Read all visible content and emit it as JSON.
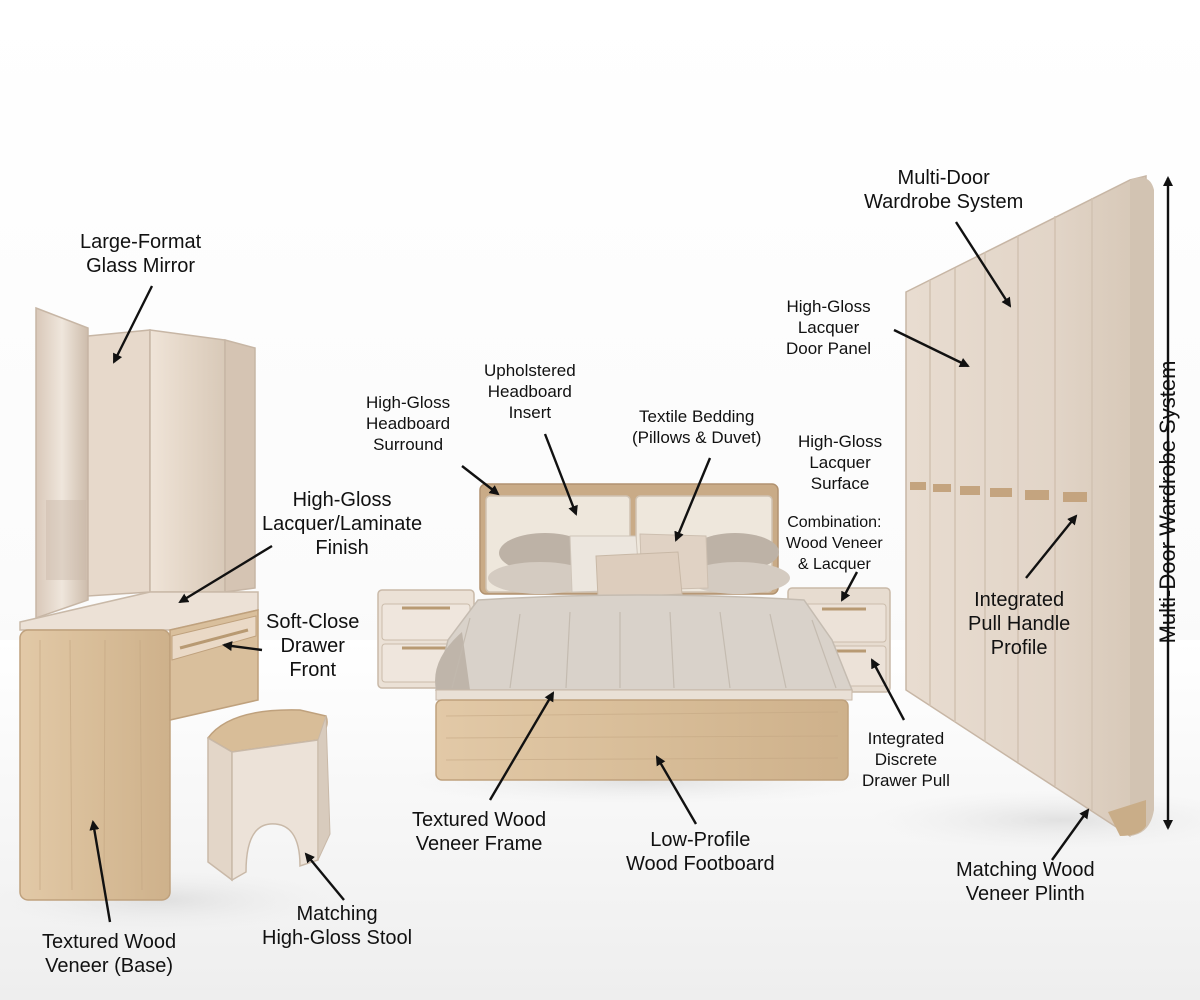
{
  "labels": {
    "mirror": [
      "Large-Format",
      "Glass Mirror"
    ],
    "lacquer_finish": [
      "High-Gloss",
      "Lacquer/Laminate",
      "Finish"
    ],
    "drawer_front": [
      "Soft-Close",
      "Drawer",
      "Front"
    ],
    "base": [
      "Textured Wood",
      "Veneer (Base)"
    ],
    "stool": [
      "Matching",
      "High-Gloss Stool"
    ],
    "headboard_surround": [
      "High-Gloss",
      "Headboard",
      "Surround"
    ],
    "headboard_insert": [
      "Upholstered",
      "Headboard",
      "Insert"
    ],
    "bedding": [
      "Textile Bedding",
      "(Pillows & Duvet)"
    ],
    "nightstand_surface": [
      "High-Gloss",
      "Lacquer",
      "Surface"
    ],
    "combination": [
      "Combination:",
      "Wood Veneer",
      "& Lacquer"
    ],
    "frame": [
      "Textured Wood",
      "Veneer Frame"
    ],
    "footboard": [
      "Low-Profile",
      "Wood Footboard"
    ],
    "drawer_pull": [
      "Integrated",
      "Discrete",
      "Drawer Pull"
    ],
    "wardrobe_system": [
      "Multi-Door",
      "Wardrobe System"
    ],
    "door_panel": [
      "High-Gloss",
      "Lacquer",
      "Door Panel"
    ],
    "pull_handle": [
      "Integrated",
      "Pull Handle",
      "Profile"
    ],
    "plinth": [
      "Matching Wood",
      "Veneer Plinth"
    ],
    "height_dimension": "Multi-Door Wardrobe System"
  },
  "colors": {
    "lacquer": "#e6d9cc",
    "lacquer_shadow": "#cbbdad",
    "wood_veneer": "#ddc3a1",
    "wood_grain": "#c9aa83",
    "textile": "#cfc6bd",
    "headboard_insert": "#eee7dc",
    "arrow": "#111111",
    "floor": "#f3f3f3"
  }
}
